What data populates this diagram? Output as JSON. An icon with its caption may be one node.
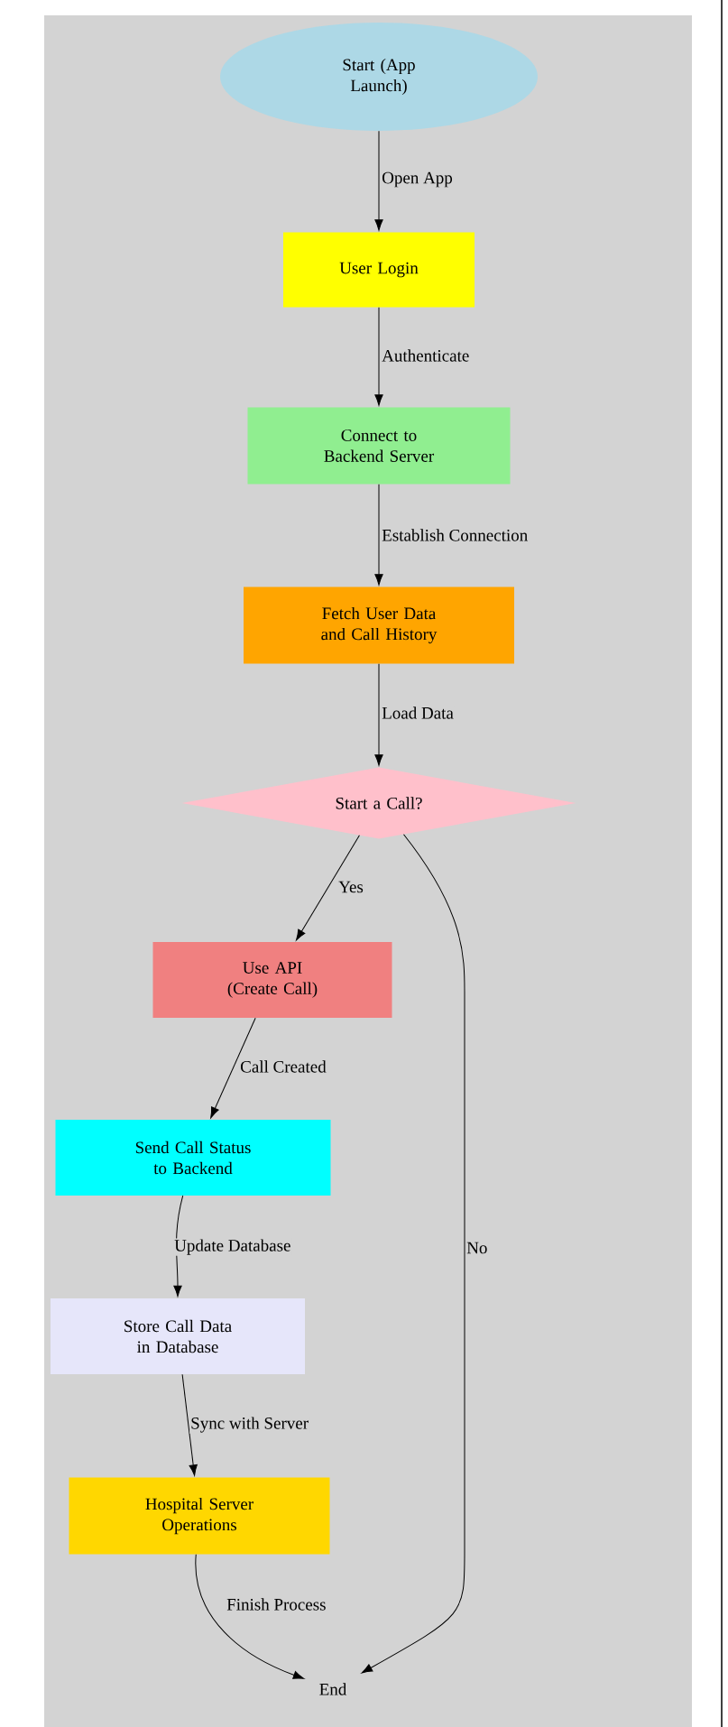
{
  "diagram": {
    "nodes": [
      {
        "text": [
          "Start (App Launch)"
        ]
      },
      {
        "text": [
          "User Login"
        ]
      },
      {
        "text": [
          "Connect to Backend Server"
        ]
      },
      {
        "text": [
          "Fetch User Data and Call History"
        ]
      },
      {
        "text": [
          "Start a Call?"
        ]
      },
      {
        "text": [
          "Use API (Create Call)"
        ]
      },
      {
        "text": [
          "Send Call Status to Backend"
        ]
      },
      {
        "text": [
          "Store Call Data in Database"
        ]
      },
      {
        "text": [
          "Hospital Server Operations"
        ]
      },
      {
        "text": [
          "End"
        ]
      }
    ],
    "edges": [
      {
        "from": 0,
        "to": 1,
        "arrow": "to",
        "label": "Open App"
      },
      {
        "from": 1,
        "to": 2,
        "arrow": "to",
        "label": "Authenticate"
      },
      {
        "from": 2,
        "to": 3,
        "arrow": "to",
        "label": "Establish Connection"
      },
      {
        "from": 3,
        "to": 4,
        "arrow": "to",
        "label": "Load Data"
      },
      {
        "from": 4,
        "to": 5,
        "arrow": "to",
        "label": "Yes"
      },
      {
        "from": 5,
        "to": 6,
        "arrow": "to",
        "label": "Call Created"
      },
      {
        "from": 6,
        "to": 7,
        "arrow": "to",
        "label": "Update Database"
      },
      {
        "from": 7,
        "to": 8,
        "arrow": "to",
        "label": "Sync with Server"
      },
      {
        "from": 8,
        "to": 9,
        "arrow": "to",
        "label": "Finish Process"
      },
      {
        "from": 4,
        "to": 9,
        "arrow": "to",
        "label": "No"
      }
    ]
  }
}
